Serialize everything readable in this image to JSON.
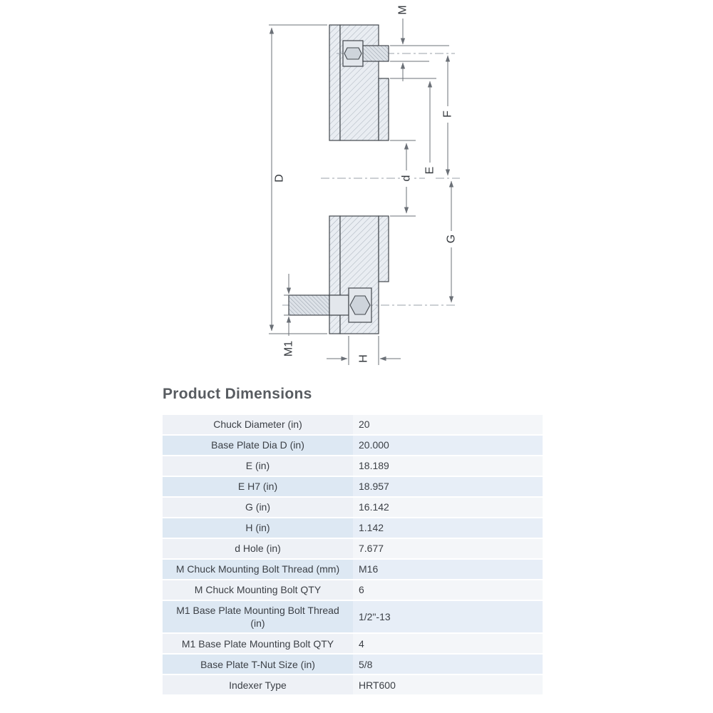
{
  "section_title": "Product Dimensions",
  "drawing": {
    "labels": {
      "chuck_bolt_thread": "M",
      "chuck_bolt_circle": "F",
      "spigot_dia": "E",
      "hole_dia": "d",
      "base_bolt_circle": "G",
      "plate_dia": "D",
      "base_bolt_thread": "M1",
      "plate_thickness": "H"
    }
  },
  "table": {
    "rows": [
      {
        "label": "Chuck Diameter (in)",
        "value": "20"
      },
      {
        "label": "Base Plate Dia D (in)",
        "value": "20.000"
      },
      {
        "label": "E (in)",
        "value": "18.189"
      },
      {
        "label": "E H7 (in)",
        "value": "18.957"
      },
      {
        "label": "G (in)",
        "value": "16.142"
      },
      {
        "label": "H (in)",
        "value": "1.142"
      },
      {
        "label": "d Hole (in)",
        "value": "7.677"
      },
      {
        "label": "M Chuck Mounting Bolt Thread (mm)",
        "value": "M16"
      },
      {
        "label": "M Chuck Mounting Bolt QTY",
        "value": "6"
      },
      {
        "label": "M1 Base Plate Mounting Bolt Thread (in)",
        "value": "1/2\"-13"
      },
      {
        "label": "M1 Base Plate Mounting Bolt QTY",
        "value": "4"
      },
      {
        "label": "Base Plate T-Nut Size (in)",
        "value": "5/8"
      },
      {
        "label": "Indexer Type",
        "value": "HRT600"
      }
    ]
  },
  "colors": {
    "row_light_label": "#eef1f6",
    "row_light_value": "#f4f6f9",
    "row_blue_label": "#dde8f3",
    "row_blue_value": "#e7eef7",
    "line_color": "#42474d",
    "dim_line_color": "#6b7077",
    "text_color": "#3c4046"
  }
}
